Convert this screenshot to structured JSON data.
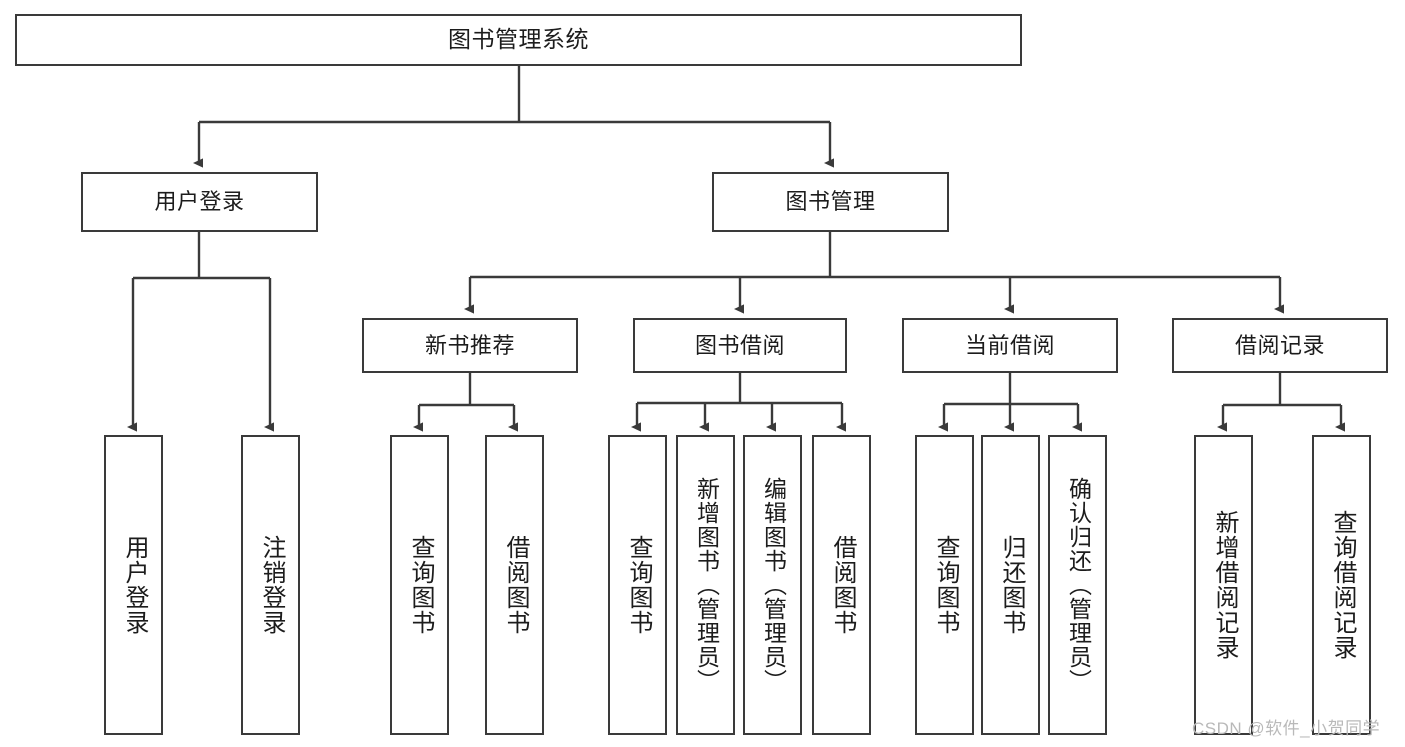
{
  "diagram": {
    "type": "tree",
    "title": "图书管理系统",
    "stroke_color": "#3a3a3a",
    "background_color": "#ffffff",
    "nodes": {
      "root": {
        "label": "图书管理系统"
      },
      "l1": [
        {
          "label": "用户登录"
        },
        {
          "label": "图书管理"
        }
      ],
      "l2": [
        {
          "label": "新书推荐"
        },
        {
          "label": "图书借阅"
        },
        {
          "label": "当前借阅"
        },
        {
          "label": "借阅记录"
        }
      ],
      "leaves_user_login": [
        {
          "label": "用户登录"
        },
        {
          "label": "注销登录"
        }
      ],
      "leaves_new_book": [
        {
          "label": "查询图书"
        },
        {
          "label": "借阅图书"
        }
      ],
      "leaves_borrow": [
        {
          "label": "查询图书"
        },
        {
          "label": "新增图书（管理员）"
        },
        {
          "label": "编辑图书（管理员）"
        },
        {
          "label": "借阅图书"
        }
      ],
      "leaves_current": [
        {
          "label": "查询图书"
        },
        {
          "label": "归还图书"
        },
        {
          "label": "确认归还（管理员）"
        }
      ],
      "leaves_records": [
        {
          "label": "新增借阅记录"
        },
        {
          "label": "查询借阅记录"
        }
      ]
    }
  },
  "watermark": {
    "text": "CSDN @软件_小贺同学",
    "color": "#b9b9b9"
  }
}
